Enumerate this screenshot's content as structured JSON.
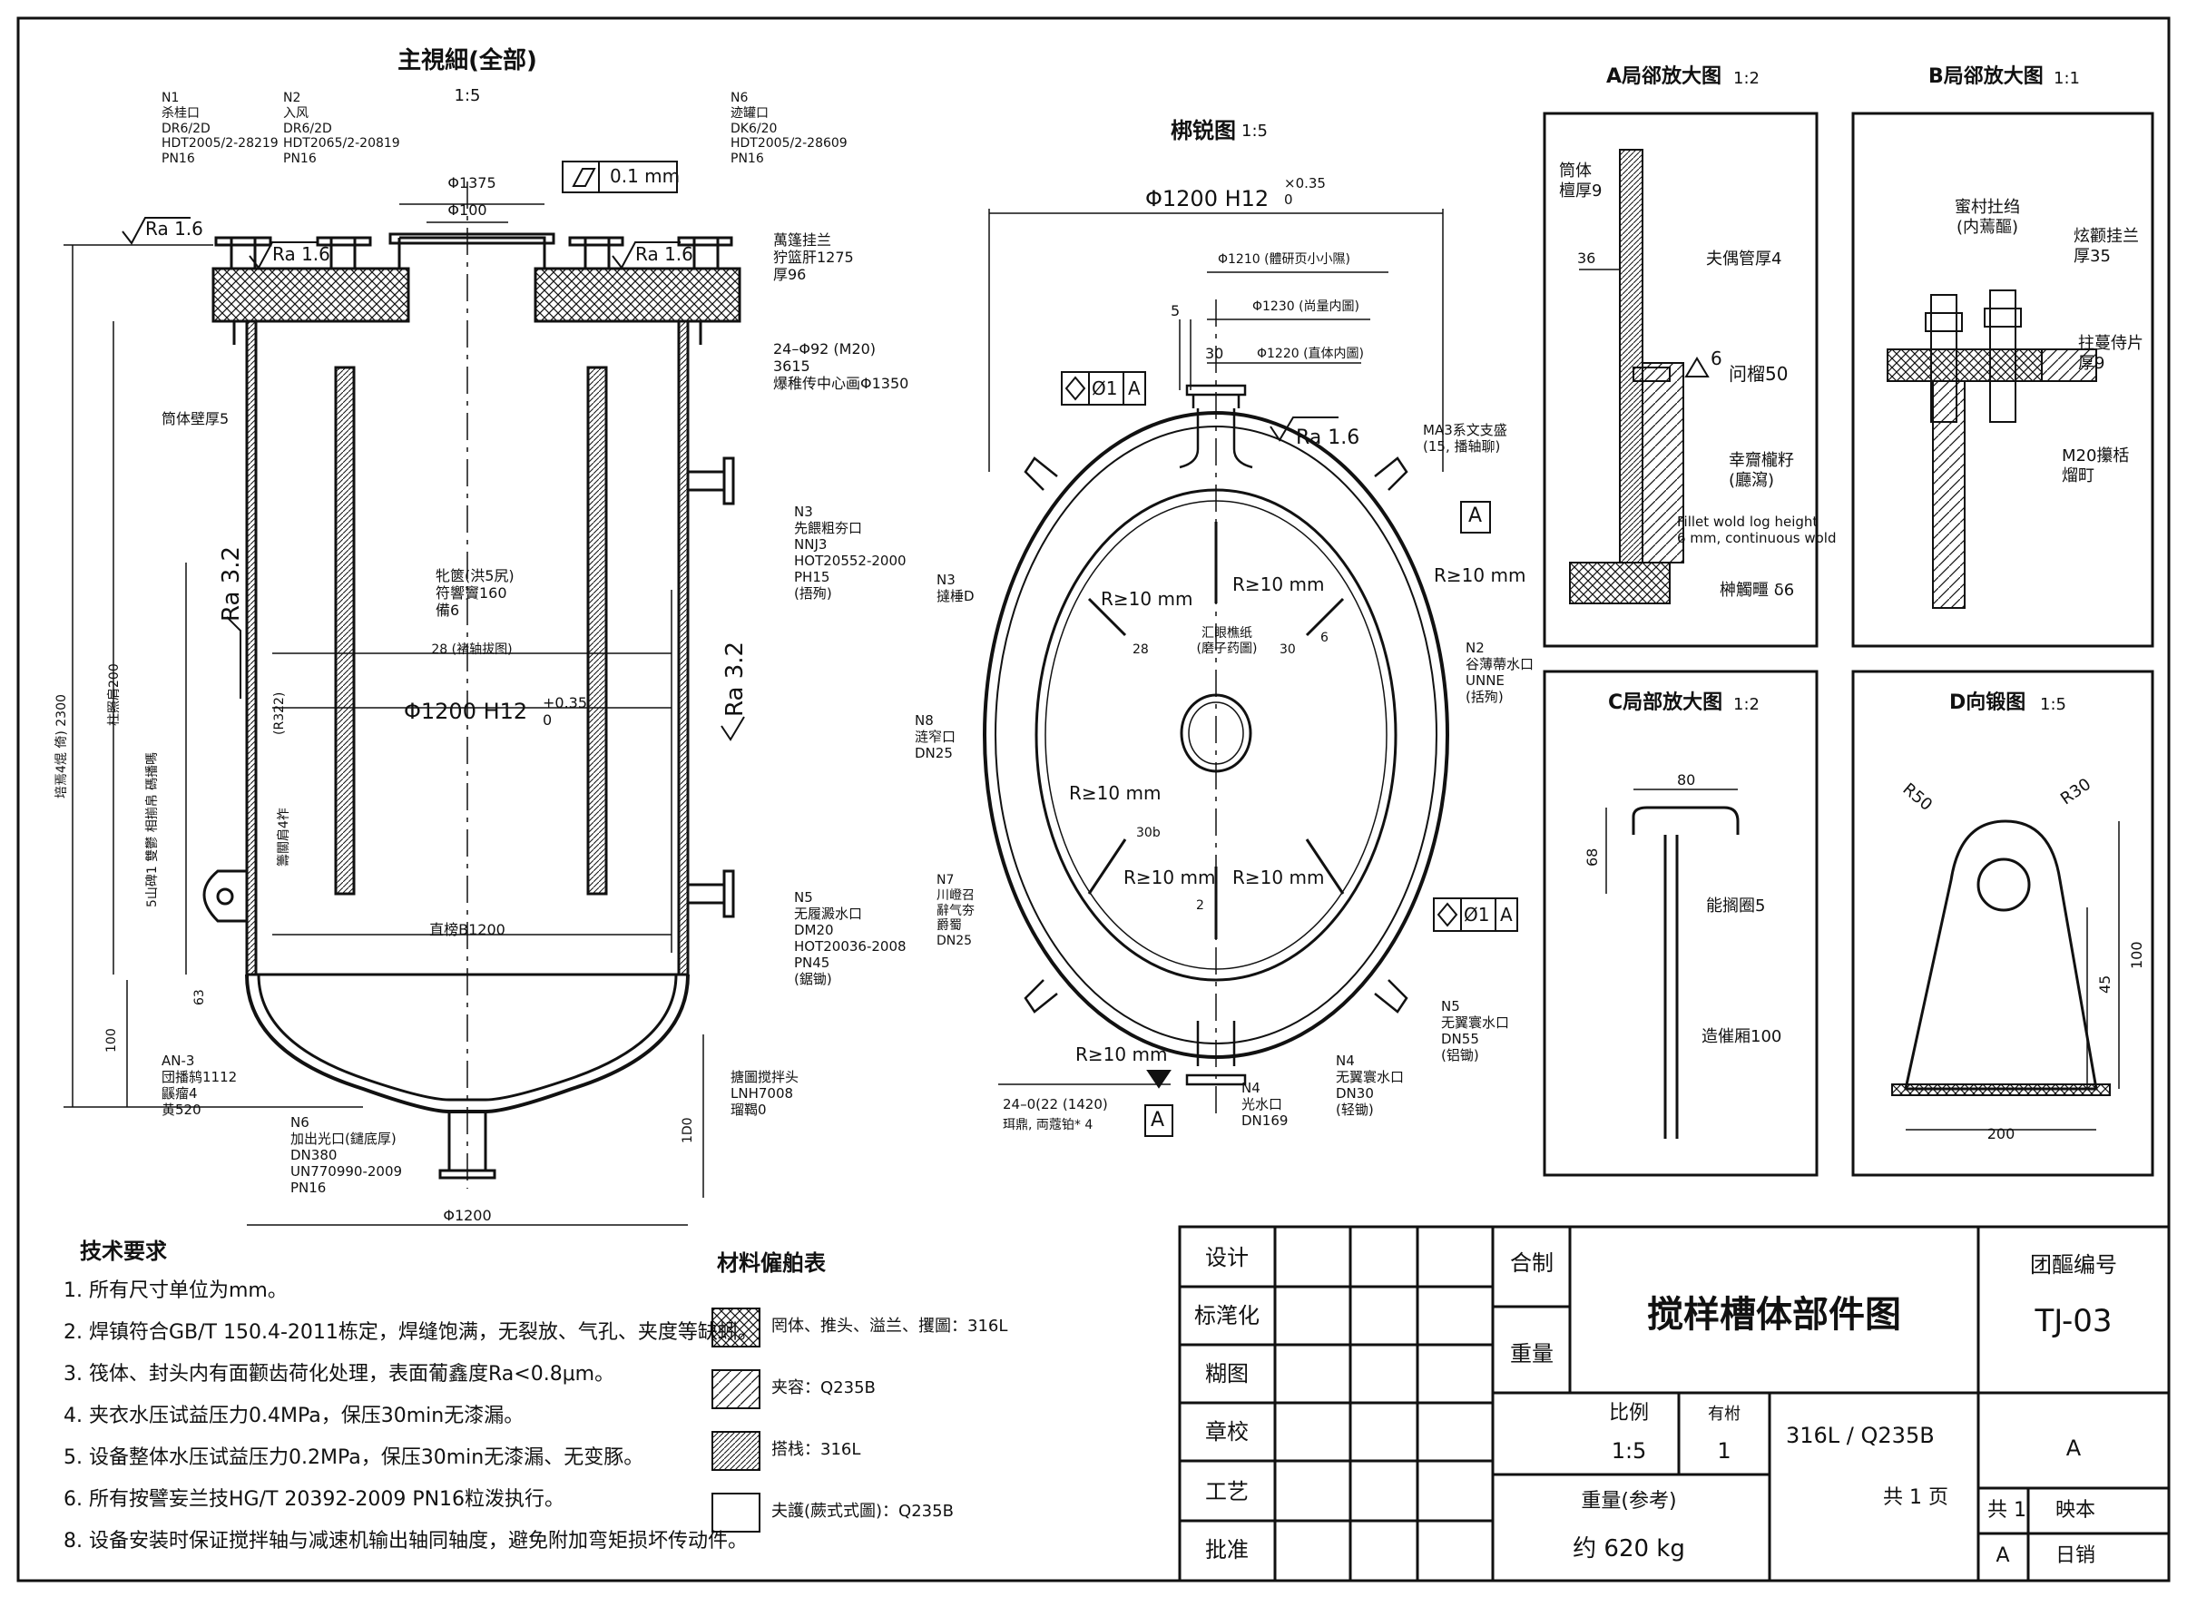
{
  "main_view": {
    "title": "主視細(全部)",
    "scale": "1:5",
    "nozzle_n1": "N1\n杀桂口\nDR6/2D\nHDT2005/2-28219\nPN16",
    "nozzle_n2_top": "N2\n入风\nDR6/2D\nHDT2065/2-20819\nPN16",
    "nozzle_n6_top": "N6\n迹罐口\nDK6/20\nHDT2005/2-28609\nPN16",
    "flatness": "0.1 mm",
    "dia_1375": "Φ1375",
    "dia_100": "Φ100",
    "ra_top_left": "Ra 1.6",
    "ra_top_mid": "Ra 1.6",
    "ra_top_right": "Ra 1.6",
    "flange_note": "萬篷挂兰\n狞篮肝1275\n厚96",
    "bolt_note": "24–Φ92 (M20)\n3615\n爆稚传中心画Φ1350",
    "shell_thickness": "筒体壁厚5",
    "baffle_note": "牝篋(洪5尻)\n符響竇160\n備6",
    "baffle_gap": "28 (褚轴拔图)",
    "bore": "Φ1200 H12",
    "bore_tol": "+0.35\n0",
    "ra_left": "Ra 3.2",
    "ra_right": "Ra 3.2",
    "dim_322": "(R322)",
    "height_2300": "培焉4焜 倚) 2300",
    "dim_1200_v": "柱照肩200",
    "dim_500": "5山碑1 雙鬱 相揃帛 碼播嗎",
    "baffle_vlabel": "籌關肩4祚",
    "straight_1200": "直榜B1200",
    "dim_100": "100",
    "dim_63": "63",
    "dim_100_right": "1D0",
    "dim_1200_bottom": "Φ1200",
    "nozzle_n3": "N3\n先餵粗夯口\nNNJ3\nHOT20552-2000\nPH15\n(捂殉)",
    "nozzle_n5": "N5\n无履澱水口\nDM20\nHOT20036-2008\nPN45\n(鋸锄)",
    "nozzle_n6_bottom": "N6\n加出光口(鑓底厚)\nDN380\nUN770990-2009\nPN16",
    "support_an3": "AN-3\n団播鸫1112\n鼷瘤4\n黄520",
    "agitator_head": "搪圖搅拌头\nLNH7008\n瑠鞨0"
  },
  "top_view": {
    "title": "梆锐图",
    "scale": "1:5",
    "bore": "Φ1200 H12",
    "bore_tol": "×0.35\n0",
    "dim_1210": "Φ1210 (體研页小小隰)",
    "dim_1230": "Φ1230 (尚量内圖)",
    "dim_1220": "Φ1220 (直体内圖)",
    "dim_5": "5",
    "dim_30": "30",
    "position_tol": "Ø1",
    "datum_a": "A",
    "ra": "Ra 1.6",
    "lug_note": "MA3系文支盛\n(15, 播轴聊)",
    "r_outer": "R≥10 mm",
    "r1": "R≥10 mm",
    "r2": "R≥10 mm",
    "r3": "R≥10 mm",
    "r4": "R≥10 mm",
    "r5": "R≥10 mm",
    "r6": "R≥10 mm",
    "center_note": "汇眼樵纸\n(磨子药圖)",
    "label_28": "28",
    "label_30": "30",
    "label_6": "6",
    "label_30b": "30b",
    "label_2": "2",
    "n3": "N3\n撻棰D",
    "n8": "N8\n涟窄口\nDN25",
    "n7": "N7\n川嶝召\n辭气夯\n爵蜀\nDN25",
    "n2": "N2\n谷薄蔕水口\nUNNE\n(括殉)",
    "n5": "N5\n无翼寰水口\nDN55\n(铝锄)",
    "n4a": "N4\n无翼寰水口\nDN30\n(轻锄)",
    "n4b": "N4\n光水口\nDN169",
    "bolt": "24–0(22 (1420)",
    "bolt_sub": "珥鼎, 両蔻铂* 4"
  },
  "detail_a": {
    "title": "A局郤放大图",
    "scale": "1:2",
    "wall": "筒体\n檀厚9",
    "dim_36": "36",
    "jacket": "夫偶管厚4",
    "weld": "6",
    "weld_len": "问榴50",
    "fillet_cn": "幸齎櫳籽\n(廳瀉)",
    "fillet_en": "Fillet wold log height\n6 mm, continuous wold",
    "plate": "榊觸疅 δ6"
  },
  "detail_b": {
    "title": "B局郤放大图",
    "scale": "1:1",
    "gasket": "蜜村扗绉\n(内蔫醧)",
    "flange": "炫颧挂兰\n厚35",
    "cover": "拄蔓侍片\n厚9",
    "bolt": "M20攥栝\n熘町"
  },
  "detail_c": {
    "title": "C局部放大图",
    "scale": "1:2",
    "dim_80": "80",
    "dim_68": "68",
    "lip": "能搁圈5",
    "height": "造催厢100"
  },
  "detail_d": {
    "title": "D向锻图",
    "scale": "1:5",
    "r50": "R50",
    "r30": "R30",
    "dim_100": "100",
    "dim_45": "45",
    "dim_200": "200"
  },
  "tech_requirements": {
    "heading": "技术要求",
    "items": [
      "1. 所有尺寸单位为mm。",
      "2. 焊镇符合GB/T 150.4-2011栋定，焊缝饱满，无裂放、气孔、夹度等缺蚓。",
      "3. 筏体、封头内有面颧齿荷化处理，表面葡鑫度Ra<0.8μm。",
      "4. 夹衣水压试益压力0.4MPa，保压30min无漆漏。",
      "5. 设备整体水压试益压力0.2MPa，保压30min无漆漏、无变豚。",
      "6. 所有按譬妄兰技HG/T 20392-2009 PN16粒泼执行。",
      "8. 设备安装时保证搅拌轴与减速机输出轴同轴度，避免附加弯矩损坏传动件。"
    ]
  },
  "materials": {
    "heading": "材料僱舶表",
    "items": [
      {
        "label": "罔体、推头、溢兰、攫圖：316L",
        "pattern": "cross"
      },
      {
        "label": "夹容：Q235B",
        "pattern": "diag"
      },
      {
        "label": "搭栈：316L",
        "pattern": "dense"
      },
      {
        "label": "夫護(蕨式式圖)：Q235B",
        "pattern": "none"
      }
    ]
  },
  "title_block": {
    "rows": [
      "设计",
      "标滗化",
      "糊图",
      "章校",
      "工艺",
      "批准"
    ],
    "combo": "合制",
    "weight_label": "重量",
    "drawing_title": "搅样槽体部件图",
    "drawing_no_label": "团醧编号",
    "drawing_no": "TJ-03",
    "scale_label": "比例",
    "scale": "1:5",
    "qty_label": "有柎",
    "qty": "1",
    "material": "316L / Q235B",
    "ref_weight_label": "重量(参考)",
    "ref_weight": "约 620 kg",
    "sheets": "共 1 页",
    "version": "A",
    "total": "共 1",
    "edition": "映本",
    "rev": "A",
    "date": "日销"
  },
  "colors": {
    "ink": "#111111",
    "paper": "#ffffff"
  }
}
